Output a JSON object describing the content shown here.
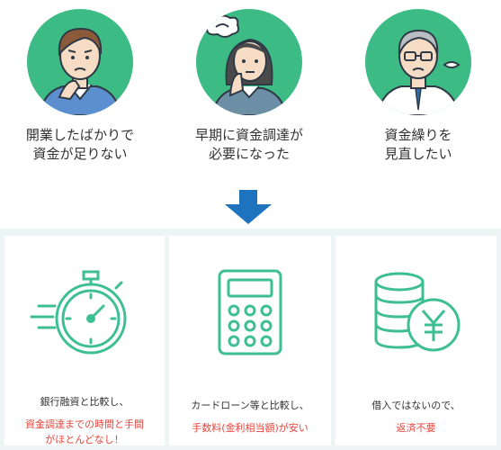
{
  "personas": [
    {
      "caption_lines": [
        "開業したばかりで",
        "資金が足りない"
      ],
      "icon": "worried-man-icon"
    },
    {
      "caption_lines": [
        "早期に資金調達が",
        "必要になった"
      ],
      "icon": "stressed-woman-icon"
    },
    {
      "caption_lines": [
        "資金繰りを",
        "見直したい"
      ],
      "icon": "sighing-older-man-icon"
    }
  ],
  "arrow_icon": "down-arrow-icon",
  "cards": [
    {
      "icon": "stopwatch-icon",
      "lead": "銀行融資と比較し、",
      "highlight_lines": [
        "資金調達までの時間と手間",
        "がほとんどなし！"
      ]
    },
    {
      "icon": "calculator-icon",
      "lead": "カードローン等と比較し、",
      "highlight_lines": [
        "手数料(金利相当額)が安い"
      ]
    },
    {
      "icon": "yen-coin-stack-icon",
      "lead": "借入ではないので、",
      "highlight_lines": [
        "返済不要"
      ]
    }
  ],
  "colors": {
    "persona_circle": "#3dbb85",
    "arrow": "#1e73be",
    "icon_green": "#3dbf93",
    "highlight_red": "#e8453c",
    "section_bg": "#eef5f5"
  }
}
